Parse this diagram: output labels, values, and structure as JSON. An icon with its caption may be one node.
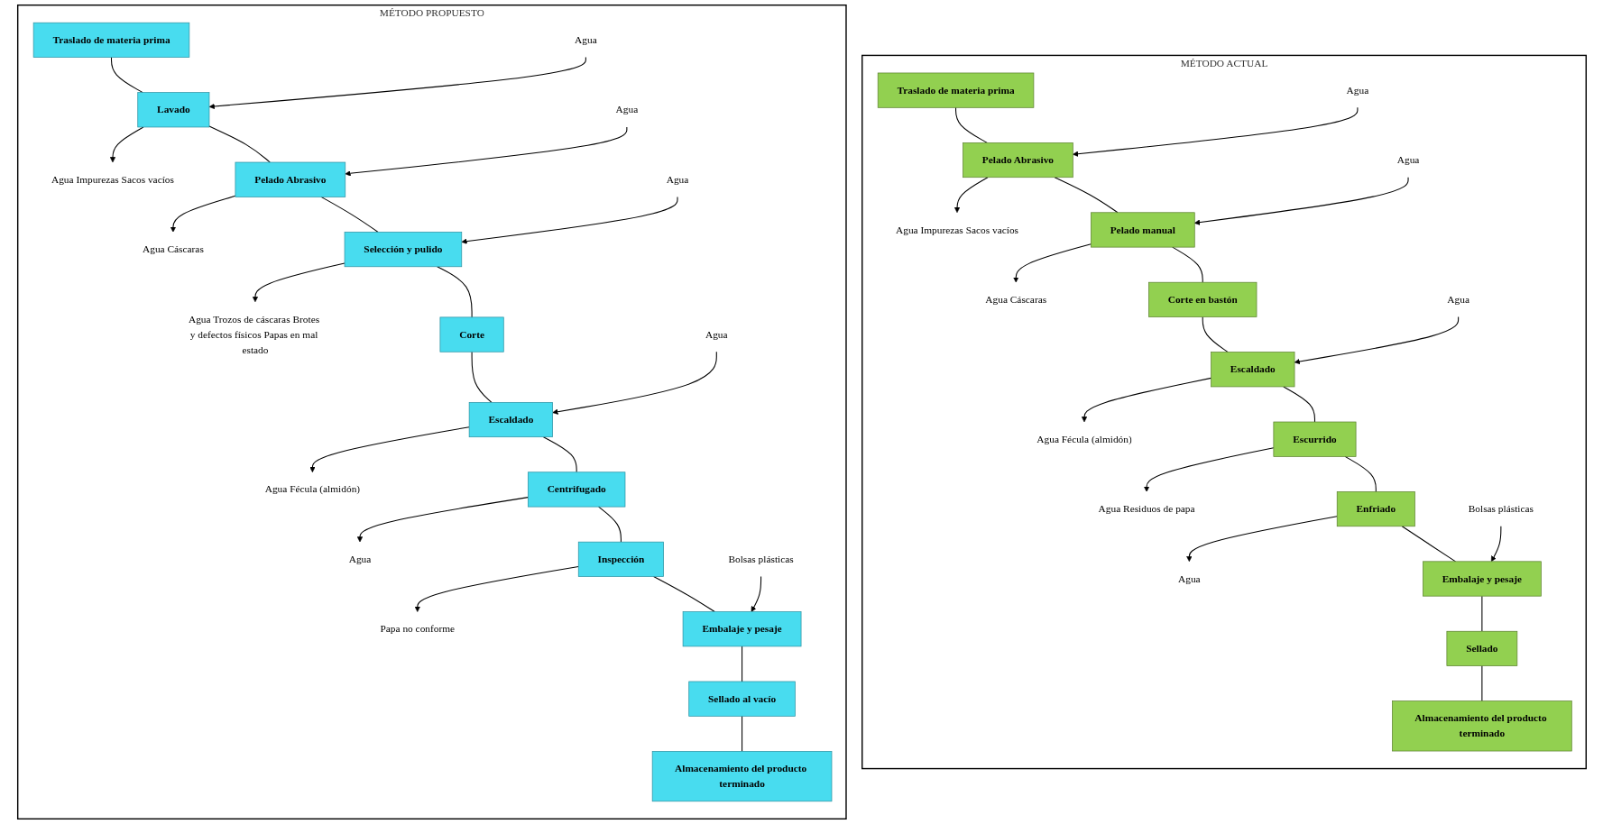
{
  "diagram": {
    "nodes": [
      {
        "text": [
          "MÉTODO ACTUAL"
        ]
      },
      {
        "text": [
          "Traslado de materia prima"
        ],
        "in": 0
      },
      {
        "text": [
          "Agua"
        ],
        "in": 0
      },
      {
        "text": [
          "Pelado Abrasivo"
        ],
        "in": 0
      },
      {
        "text": [
          "Agua Impurezas Sacos vacíos"
        ],
        "in": 0
      },
      {
        "text": [
          "Agua"
        ],
        "in": 0
      },
      {
        "text": [
          "Pelado manual"
        ],
        "in": 0
      },
      {
        "text": [
          "Agua Cáscaras"
        ],
        "in": 0
      },
      {
        "text": [
          "Corte en bastón"
        ],
        "in": 0
      },
      {
        "text": [
          "Agua"
        ],
        "in": 0
      },
      {
        "text": [
          "Escaldado"
        ],
        "in": 0
      },
      {
        "text": [
          "Agua Fécula (almidón)"
        ],
        "in": 0
      },
      {
        "text": [
          "Escurrido"
        ],
        "in": 0
      },
      {
        "text": [
          "Agua Residuos de papa"
        ],
        "in": 0
      },
      {
        "text": [
          "Enfriado"
        ],
        "in": 0
      },
      {
        "text": [
          "Agua"
        ],
        "in": 0
      },
      {
        "text": [
          "Bolsas plásticas"
        ],
        "in": 0
      },
      {
        "text": [
          "Embalaje y pesaje"
        ],
        "in": 0
      },
      {
        "text": [
          "Sellado"
        ],
        "in": 0
      },
      {
        "text": [
          "Almacenamiento del producto terminado"
        ],
        "in": 0
      },
      {
        "text": [
          "MÉTODO PROPUESTO"
        ]
      },
      {
        "text": [
          "Traslado de materia prima"
        ],
        "in": 20
      },
      {
        "text": [
          "Agua"
        ],
        "in": 20
      },
      {
        "text": [
          "Lavado"
        ],
        "in": 20
      },
      {
        "text": [
          "Agua Impurezas Sacos vacíos"
        ],
        "in": 20
      },
      {
        "text": [
          "Agua"
        ],
        "in": 20
      },
      {
        "text": [
          "Pelado Abrasivo"
        ],
        "in": 20
      },
      {
        "text": [
          "Agua Cáscaras"
        ],
        "in": 20
      },
      {
        "text": [
          "Agua"
        ],
        "in": 20
      },
      {
        "text": [
          "Selección y pulido"
        ],
        "in": 20
      },
      {
        "text": [
          "Agua Trozos de cáscaras Brotes y defectos físicos Papas en mal estado"
        ],
        "in": 20
      },
      {
        "text": [
          "Corte"
        ],
        "in": 20
      },
      {
        "text": [
          "Agua"
        ],
        "in": 20
      },
      {
        "text": [
          "Escaldado"
        ],
        "in": 20
      },
      {
        "text": [
          "Agua Fécula (almidón)"
        ],
        "in": 20
      },
      {
        "text": [
          "Centrifugado"
        ],
        "in": 20
      },
      {
        "text": [
          "Agua"
        ],
        "in": 20
      },
      {
        "text": [
          "Inspección"
        ],
        "in": 20
      },
      {
        "text": [
          "Papa no conforme"
        ],
        "in": 20
      },
      {
        "text": [
          "Bolsas plásticas"
        ],
        "in": 20
      },
      {
        "text": [
          "Embalaje y pesaje"
        ],
        "in": 20
      },
      {
        "text": [
          "Sellado al vacío"
        ],
        "in": 20
      },
      {
        "text": [
          "Almacenamiento del producto terminado"
        ],
        "in": 20
      }
    ],
    "edges": [
      {
        "from": 1,
        "to": 3,
        "arrow": "none"
      },
      {
        "from": 2,
        "to": 3,
        "arrow": "to"
      },
      {
        "from": 3,
        "to": 4,
        "arrow": "to"
      },
      {
        "from": 3,
        "to": 6,
        "arrow": "none"
      },
      {
        "from": 5,
        "to": 6,
        "arrow": "to"
      },
      {
        "from": 6,
        "to": 7,
        "arrow": "to"
      },
      {
        "from": 6,
        "to": 8,
        "arrow": "none"
      },
      {
        "from": 8,
        "to": 10,
        "arrow": "none"
      },
      {
        "from": 9,
        "to": 10,
        "arrow": "to"
      },
      {
        "from": 10,
        "to": 11,
        "arrow": "to"
      },
      {
        "from": 10,
        "to": 12,
        "arrow": "none"
      },
      {
        "from": 12,
        "to": 13,
        "arrow": "to"
      },
      {
        "from": 12,
        "to": 14,
        "arrow": "none"
      },
      {
        "from": 14,
        "to": 15,
        "arrow": "to"
      },
      {
        "from": 14,
        "to": 17,
        "arrow": "none"
      },
      {
        "from": 16,
        "to": 17,
        "arrow": "to"
      },
      {
        "from": 17,
        "to": 18,
        "arrow": "none"
      },
      {
        "from": 18,
        "to": 19,
        "arrow": "none"
      },
      {
        "from": 21,
        "to": 23,
        "arrow": "none"
      },
      {
        "from": 22,
        "to": 23,
        "arrow": "to"
      },
      {
        "from": 23,
        "to": 24,
        "arrow": "to"
      },
      {
        "from": 23,
        "to": 26,
        "arrow": "none"
      },
      {
        "from": 25,
        "to": 26,
        "arrow": "to"
      },
      {
        "from": 26,
        "to": 27,
        "arrow": "to"
      },
      {
        "from": 26,
        "to": 29,
        "arrow": "none"
      },
      {
        "from": 28,
        "to": 29,
        "arrow": "to"
      },
      {
        "from": 29,
        "to": 30,
        "arrow": "to"
      },
      {
        "from": 29,
        "to": 31,
        "arrow": "none"
      },
      {
        "from": 31,
        "to": 33,
        "arrow": "none"
      },
      {
        "from": 32,
        "to": 33,
        "arrow": "to"
      },
      {
        "from": 33,
        "to": 34,
        "arrow": "to"
      },
      {
        "from": 33,
        "to": 35,
        "arrow": "none"
      },
      {
        "from": 35,
        "to": 36,
        "arrow": "to"
      },
      {
        "from": 35,
        "to": 37,
        "arrow": "none"
      },
      {
        "from": 37,
        "to": 38,
        "arrow": "to"
      },
      {
        "from": 37,
        "to": 40,
        "arrow": "none"
      },
      {
        "from": 39,
        "to": 40,
        "arrow": "to"
      },
      {
        "from": 40,
        "to": 41,
        "arrow": "none"
      },
      {
        "from": 41,
        "to": 42,
        "arrow": "none"
      }
    ]
  }
}
